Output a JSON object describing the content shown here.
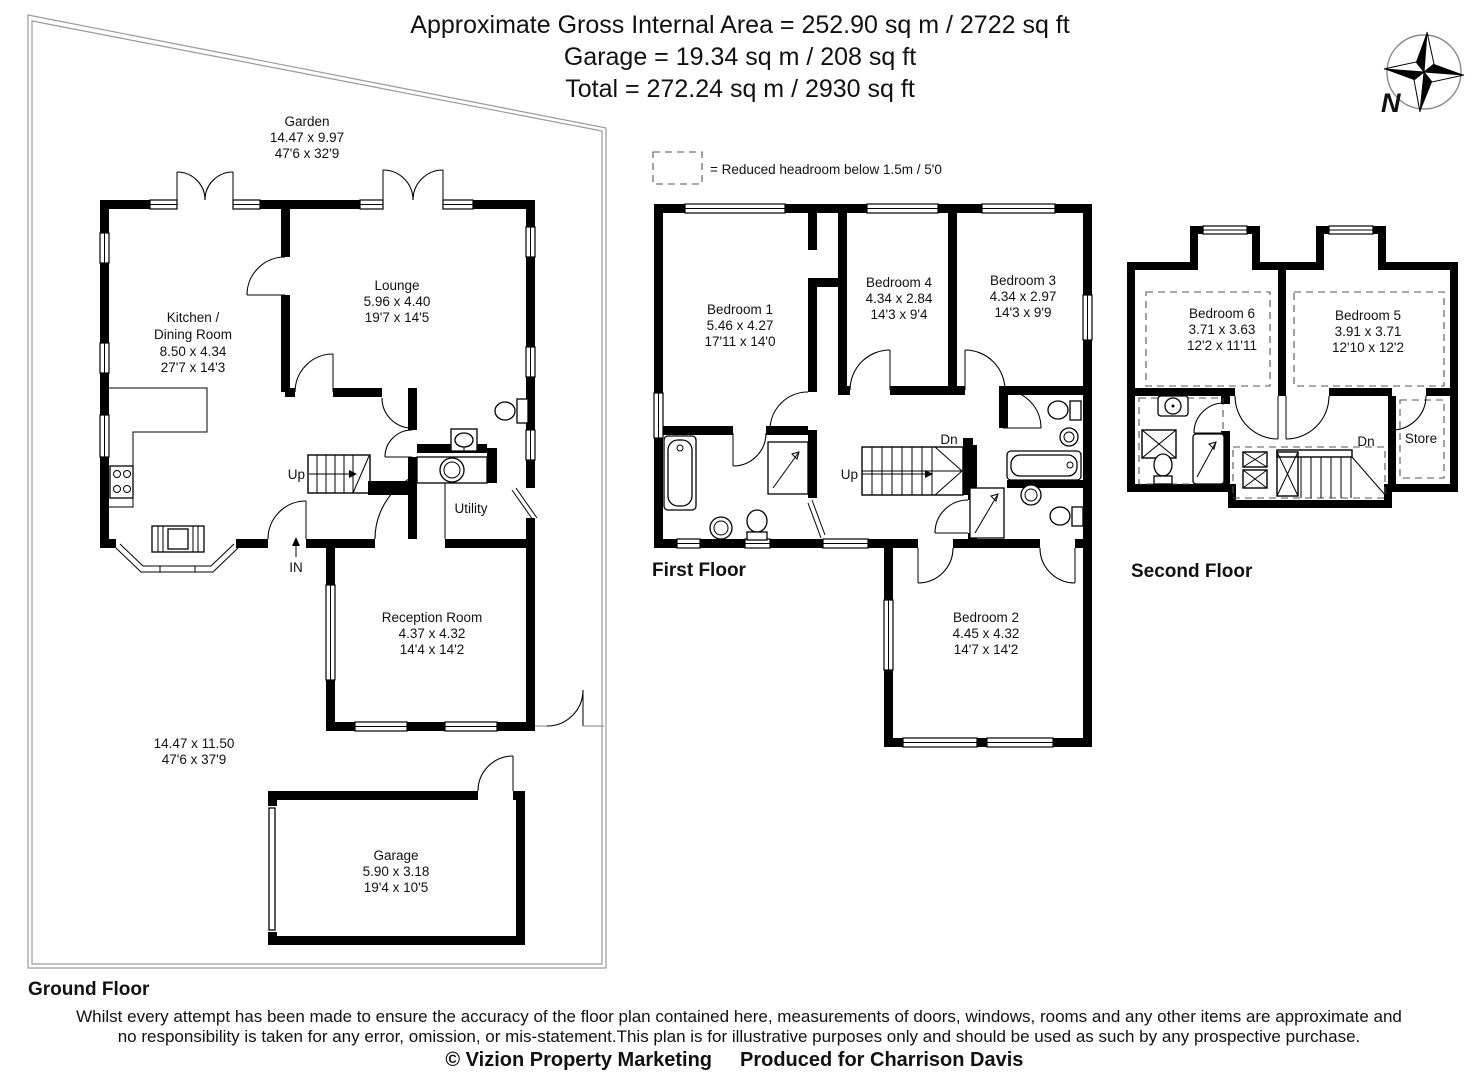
{
  "header": {
    "line1": "Approximate Gross Internal Area = 252.90 sq m / 2722 sq ft",
    "line2": "Garage = 19.34 sq m / 208 sq ft",
    "line3": "Total = 272.24 sq m / 2930 sq ft"
  },
  "legend": {
    "text": "= Reduced headroom below 1.5m / 5'0"
  },
  "compass": {
    "north": "N"
  },
  "ground": {
    "floor_label": "Ground Floor",
    "garden": {
      "name": "Garden",
      "metric": "14.47 x 9.97",
      "imperial": "47'6 x 32'9"
    },
    "plot": {
      "metric": "14.47 x 11.50",
      "imperial": "47'6 x 37'9"
    },
    "kitchen": {
      "name1": "Kitchen /",
      "name2": "Dining Room",
      "metric": "8.50 x 4.34",
      "imperial": "27'7 x 14'3"
    },
    "lounge": {
      "name": "Lounge",
      "metric": "5.96 x 4.40",
      "imperial": "19'7 x 14'5"
    },
    "reception": {
      "name": "Reception Room",
      "metric": "4.37 x 4.32",
      "imperial": "14'4 x 14'2"
    },
    "garage": {
      "name": "Garage",
      "metric": "5.90 x 3.18",
      "imperial": "19'4 x 10'5"
    },
    "utility_label": "Utility",
    "up_label": "Up",
    "in_label": "IN"
  },
  "first": {
    "floor_label": "First Floor",
    "bedroom1": {
      "name": "Bedroom 1",
      "metric": "5.46 x 4.27",
      "imperial": "17'11 x 14'0"
    },
    "bedroom4": {
      "name": "Bedroom 4",
      "metric": "4.34 x 2.84",
      "imperial": "14'3 x 9'4"
    },
    "bedroom3": {
      "name": "Bedroom 3",
      "metric": "4.34 x 2.97",
      "imperial": "14'3 x 9'9"
    },
    "bedroom2": {
      "name": "Bedroom 2",
      "metric": "4.45 x 4.32",
      "imperial": "14'7 x 14'2"
    },
    "up_label": "Up",
    "dn_label": "Dn"
  },
  "second": {
    "floor_label": "Second Floor",
    "bedroom6": {
      "name": "Bedroom 6",
      "metric": "3.71 x 3.63",
      "imperial": "12'2 x 11'11"
    },
    "bedroom5": {
      "name": "Bedroom 5",
      "metric": "3.91 x 3.71",
      "imperial": "12'10 x 12'2"
    },
    "store_label": "Store",
    "dn_label": "Dn"
  },
  "footer": {
    "line1": "Whilst every attempt has been made to ensure the accuracy of the floor plan contained here, measurements of doors, windows, rooms and any other items are approximate and",
    "line2": "no responsibility is taken for any error, omission, or mis-statement.This plan is for illustrative purposes only and should be used as such by any prospective purchase.",
    "copyright": "© Vizion Property Marketing",
    "produced": "Produced for Charrison Davis"
  }
}
